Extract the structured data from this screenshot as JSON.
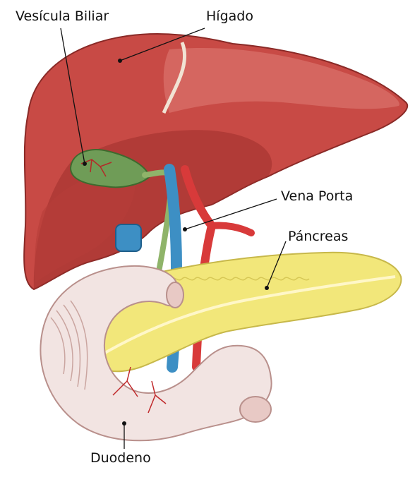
{
  "labels": {
    "gallbladder": "Vesícula Biliar",
    "liver": "Hígado",
    "portal_vein": "Vena Porta",
    "pancreas": "Páncreas",
    "duodenum": "Duodeno"
  },
  "colors": {
    "liver": "#c84a45",
    "liver_dark": "#9e2f2c",
    "liver_light": "#d9706a",
    "gallbladder": "#6f9c57",
    "bile_duct": "#8fb46a",
    "portal_vein": "#3d8fc4",
    "artery": "#d83a3a",
    "pancreas": "#f2e77a",
    "pancreas_edge": "#c7b84a",
    "duodenum": "#f2e4e2",
    "duodenum_edge": "#b9908c",
    "vessels_red": "#c0282a"
  }
}
